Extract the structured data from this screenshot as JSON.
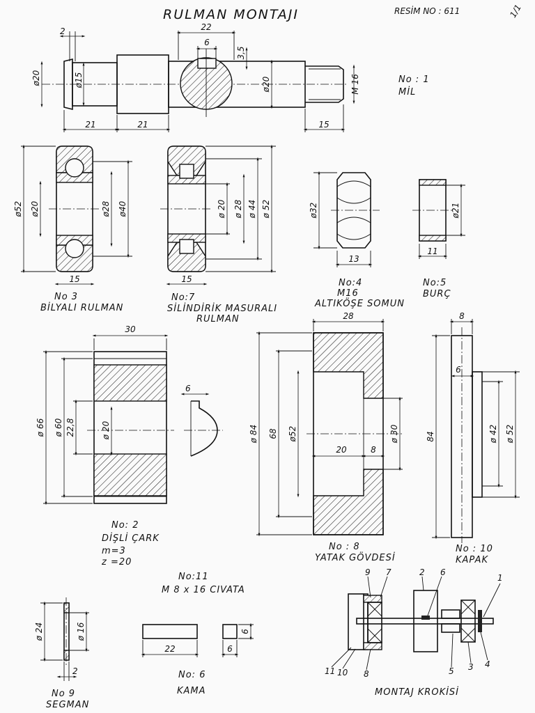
{
  "header": {
    "title": "RULMAN  MONTAJI",
    "sheet_no": "RESİM  NO : 611",
    "corner_mark": "1/1"
  },
  "parts": {
    "p1": {
      "no": "No : 1",
      "name": "MİL",
      "dims": {
        "w2": "2",
        "d20l": "ø20",
        "d15": "ø15",
        "w22": "22",
        "w6": "6",
        "h35": "3,5",
        "d20r": "ø20",
        "m16": "M 16",
        "l21a": "21",
        "l21b": "21",
        "l15": "15"
      }
    },
    "p3": {
      "no": "No 3",
      "name": "BİLYALI  RULMAN",
      "dims": {
        "d52": "ø52",
        "d20": "ø20",
        "d28": "ø28",
        "d40": "ø40",
        "w15": "15"
      }
    },
    "p7": {
      "no": "No:7",
      "name": "SİLİNDİRİK  MASURALI",
      "name2": "RULMAN",
      "dims": {
        "d20": "ø 20",
        "d28": "ø 28",
        "d44": "ø 44",
        "d52": "ø 52",
        "w15": "15"
      }
    },
    "p4": {
      "no": "No:4",
      "spec": "M16",
      "name": "ALTIKÖŞE  SOMUN",
      "dims": {
        "d32": "ø32",
        "w13": "13"
      }
    },
    "p5": {
      "no": "No:5",
      "name": "BURÇ",
      "dims": {
        "d21": "ø21",
        "w11": "11"
      }
    },
    "p2": {
      "no": "No: 2",
      "name": "DİŞLİ  ÇARK",
      "m": "m=3",
      "z": "z =20",
      "dims": {
        "w30": "30",
        "d66": "ø 66",
        "d60": "ø 60",
        "h228": "22,8",
        "d20": "ø 20",
        "k6": "6"
      }
    },
    "p8": {
      "no": "No : 8",
      "name": "YATAK  GÖVDESİ",
      "dims": {
        "w28": "28",
        "d84": "ø 84",
        "h68": "68",
        "d52": "ø52",
        "w20": "20",
        "w8": "8",
        "d30": "ø 30"
      }
    },
    "p10": {
      "no": "No : 10",
      "name": "KAPAK",
      "dims": {
        "w8": "8",
        "w6": "6",
        "h84": "84",
        "d42": "ø 42",
        "d52": "ø 52"
      }
    },
    "p11": {
      "no": "No:11",
      "name": "M 8 x 16  CIVATA"
    },
    "p9": {
      "no": "No 9",
      "name": "SEGMAN",
      "dims": {
        "d24": "ø 24",
        "d16": "ø 16",
        "w2": "2"
      }
    },
    "p6": {
      "no": "No: 6",
      "name": "KAMA",
      "dims": {
        "l22": "22",
        "w6": "6",
        "h6": "6"
      }
    },
    "assembly": {
      "name": "MONTAJ  KROKİSİ",
      "callouts": [
        "9",
        "7",
        "2",
        "6",
        "1",
        "11",
        "10",
        "8",
        "5",
        "3",
        "4"
      ]
    }
  }
}
